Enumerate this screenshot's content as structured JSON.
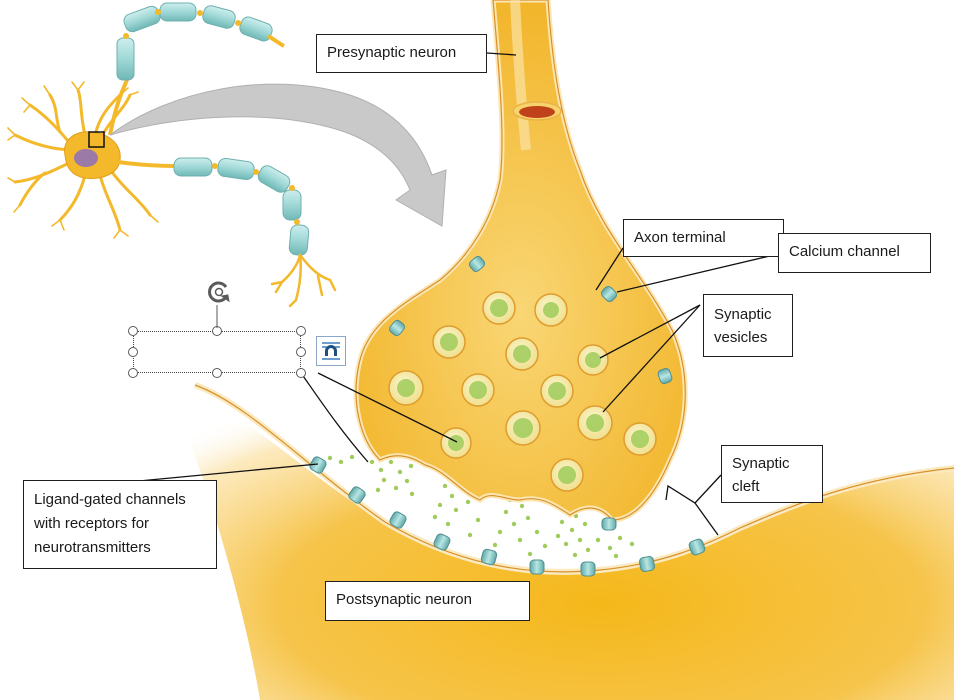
{
  "labels": {
    "presynaptic_neuron": "Presynaptic neuron",
    "axon_terminal": "Axon terminal",
    "calcium_channel": "Calcium channel",
    "synaptic_vesicles": "Synaptic\nvesicles",
    "synaptic_cleft": "Synaptic\ncleft",
    "ligand_gated_channels": "Ligand-gated channels\nwith receptors for\nneurotransmitters",
    "postsynaptic_neuron": "Postsynaptic neuron"
  },
  "colors": {
    "neuron_fill": "#f3b92b",
    "neuron_light": "#f8d36a",
    "membrane": "#fbe6b4",
    "vesicle_ring": "#e09b2d",
    "vesicle_fill": "#f7f0b0",
    "neurotransmitter": "#9fcc5a",
    "channel": "#8fd1d0",
    "arrow": "#c8c8c8",
    "cell_body": "#9b7aa8"
  },
  "icons": {
    "rotate": "rotate-icon",
    "layout_options": "layout-options-icon"
  }
}
